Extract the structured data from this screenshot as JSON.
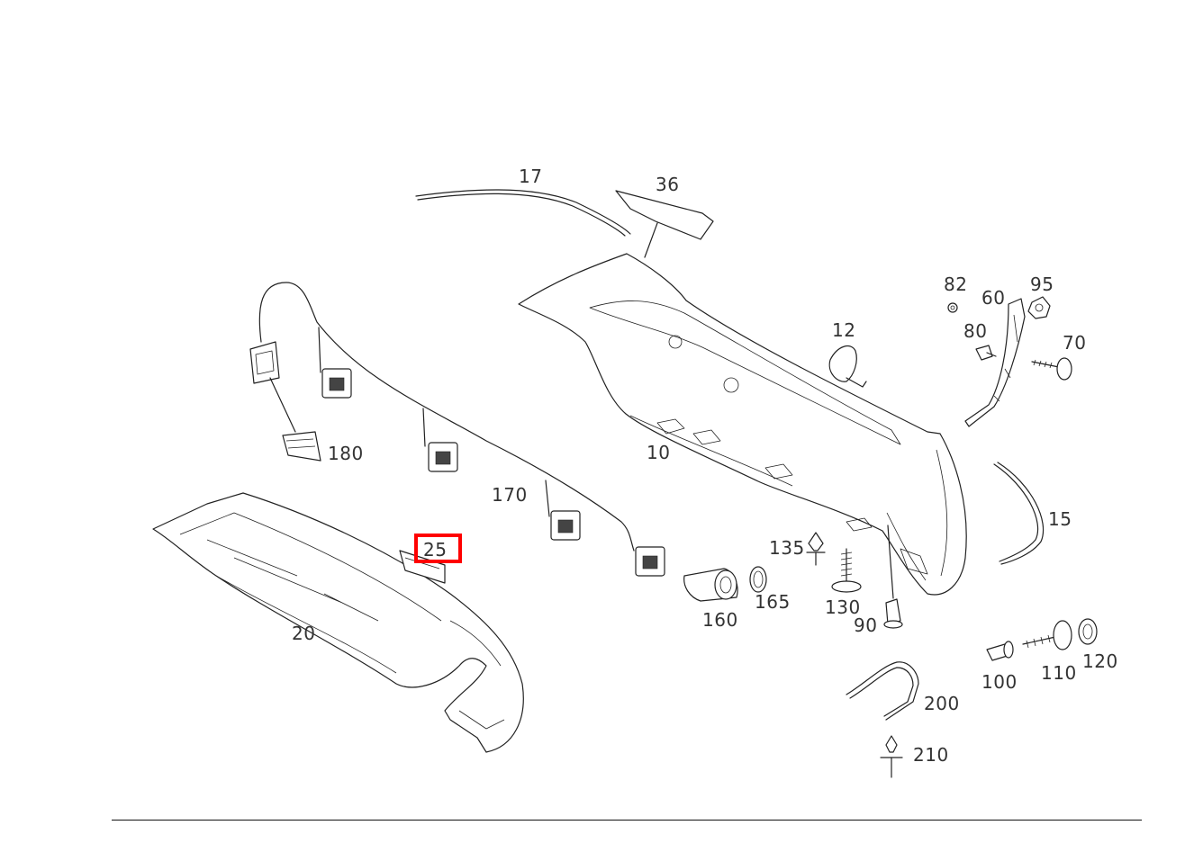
{
  "diagram": {
    "highlighted_part": "25",
    "colors": {
      "line": "#222222",
      "label": "#333333",
      "highlight": "#ff0000"
    },
    "labels": {
      "p10": "10",
      "p12": "12",
      "p15": "15",
      "p17": "17",
      "p20": "20",
      "p25": "25",
      "p36": "36",
      "p60": "60",
      "p70": "70",
      "p80": "80",
      "p82": "82",
      "p90": "90",
      "p95": "95",
      "p100": "100",
      "p110": "110",
      "p120": "120",
      "p130": "130",
      "p135": "135",
      "p160": "160",
      "p165": "165",
      "p170": "170",
      "p180": "180",
      "p200": "200",
      "p210": "210"
    }
  }
}
